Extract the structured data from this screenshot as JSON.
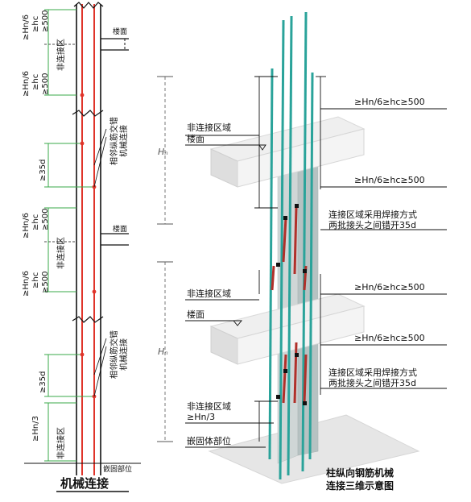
{
  "left_panel": {
    "title": "机械连接",
    "labels": {
      "hn6_a": "≥Hn/6",
      "hc_a": "≥hc",
      "v500_a": "≥500",
      "nonconn_a": "非连接区",
      "floor_a": "楼面",
      "hn6_b": "≥Hn/6",
      "hc_b": "≥hc",
      "v500_b": "≥500",
      "note_a1": "相邻纵筋交错",
      "note_a2": "机械连接",
      "d35_a": "≥35d",
      "hn6_c": "≥Hn/6",
      "hc_c": "≥hc",
      "v500_c": "≥500",
      "nonconn_b": "非连接区",
      "floor_b": "楼面",
      "hn6_d": "≥Hn/6",
      "hc_d": "≥hc",
      "v500_d": "≥500",
      "note_b1": "相邻纵筋交错",
      "note_b2": "机械连接",
      "d35_b": "≥35d",
      "hn3": "≥Hn/3",
      "nonconn_c": "非连接区",
      "embed": "嵌固部位"
    }
  },
  "right_panel": {
    "hn_label_upper": "Hₙ",
    "hn_label_lower": "Hₙ",
    "annotations": {
      "a1": "≥Hn/6≥hc≥500",
      "a2": "非连接区域",
      "a3": "楼面",
      "a4": "≥Hn/6≥hc≥500",
      "a5": "连接区域采用焊接方式",
      "a6": "两批接头之间错开35d",
      "a7": "非连接区域",
      "a8": "楼面",
      "a9": "≥Hn/6≥hc≥500",
      "a10": "≥Hn/6≥hc≥500",
      "a11": "连接区域采用焊接方式",
      "a12": "两批接头之间错开35d",
      "a13": "非连接区域",
      "a14": "≥Hn/3",
      "a15": "嵌固体部位"
    },
    "caption_line1": "柱纵向钢筋机械",
    "caption_line2": "连接三维示意图"
  },
  "colors": {
    "rebar_red": "#e0342a",
    "rebar_teal": "#2aa39a",
    "dim_green": "#3aa94a",
    "line_black": "#111111",
    "slab_grey": "#e9e9e9",
    "column_grey": "#cfd6d6"
  }
}
